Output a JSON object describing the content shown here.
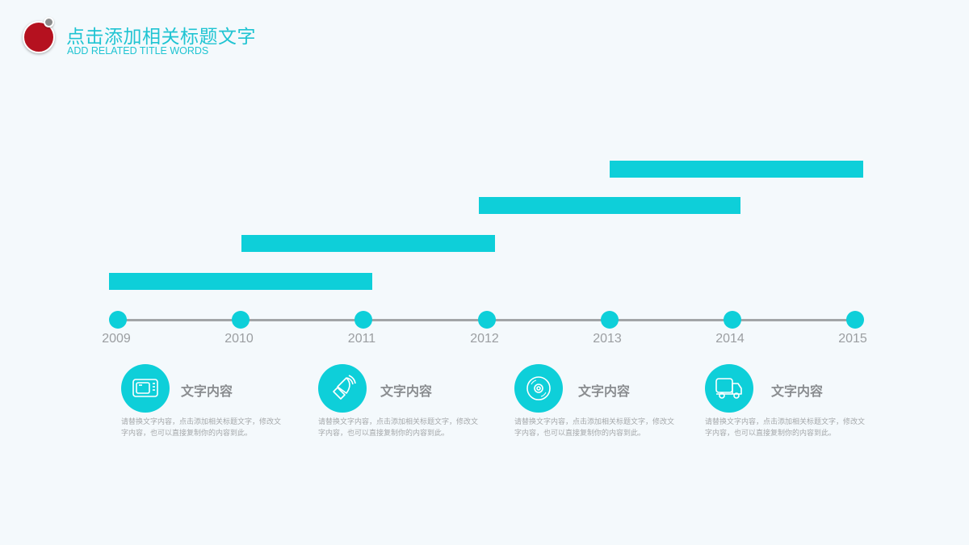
{
  "header": {
    "title": "点击添加相关标题文字",
    "subtitle": "ADD RELATED TITLE WORDS"
  },
  "colors": {
    "accent": "#0ecfd9",
    "title": "#1fc4d2",
    "logo_red": "#b5111f",
    "axis": "#a2a5a7",
    "background": "#f4f9fc"
  },
  "timeline": {
    "years": [
      "2009",
      "2010",
      "2011",
      "2012",
      "2013",
      "2014",
      "2015"
    ],
    "bars": [
      {
        "start": "2009",
        "end": "2011"
      },
      {
        "start": "2010",
        "end": "2012"
      },
      {
        "start": "2012",
        "end": "2014"
      },
      {
        "start": "2013",
        "end": "2015"
      }
    ]
  },
  "cards": [
    {
      "icon": "tv-icon",
      "title": "文字内容",
      "desc": "请替换文字内容，点击添加相关标题文字，修改文字内容，也可以直接复制你的内容到此。"
    },
    {
      "icon": "speaker-icon",
      "title": "文字内容",
      "desc": "请替换文字内容，点击添加相关标题文字，修改文字内容，也可以直接复制你的内容到此。"
    },
    {
      "icon": "disc-icon",
      "title": "文字内容",
      "desc": "请替换文字内容，点击添加相关标题文字，修改文字内容，也可以直接复制你的内容到此。"
    },
    {
      "icon": "truck-icon",
      "title": "文字内容",
      "desc": "请替换文字内容，点击添加相关标题文字，修改文字内容，也可以直接复制你的内容到此。"
    }
  ]
}
